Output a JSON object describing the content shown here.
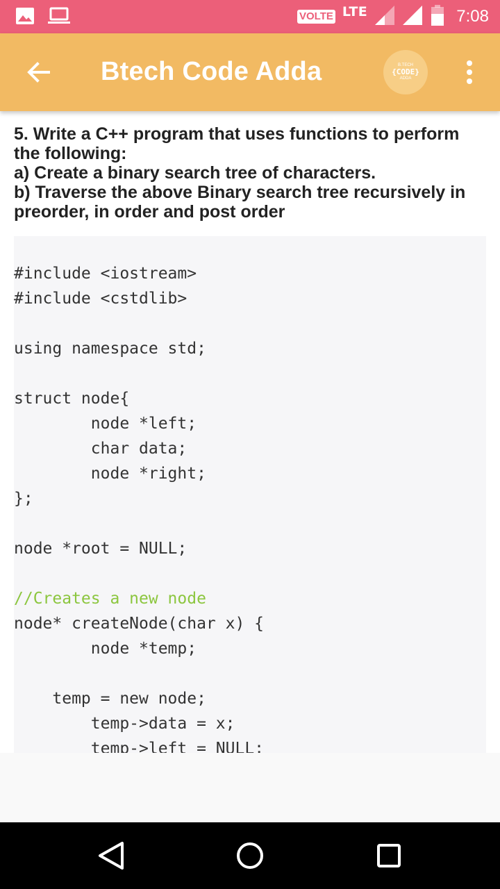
{
  "status_bar": {
    "volte": "VOLTE",
    "network": "LTE",
    "time": "7:08",
    "icons": [
      "image-icon",
      "laptop-icon",
      "signal-icon",
      "signal-icon",
      "battery-icon"
    ]
  },
  "app_bar": {
    "title": "Btech Code Adda",
    "logo_top": "B.TECH",
    "logo_main": "{CODE}",
    "logo_bottom": "ADDA",
    "colors": {
      "status_bar": "#EC5F79",
      "app_bar": "#F2BA63"
    }
  },
  "question": {
    "lines": [
      "5. Write a C++ program that uses functions to perform",
      "the following:",
      "a) Create a binary search tree of characters.",
      "b) Traverse the above Binary search tree recursively in",
      "preorder, in order and post order"
    ]
  },
  "code": {
    "lines": [
      "#include <iostream>",
      "#include <cstdlib>",
      "",
      "using namespace std;",
      "",
      "struct node{",
      "        node *left;",
      "        char data;",
      "        node *right;",
      "};",
      "",
      "node *root = NULL;",
      "",
      "//Creates a new node",
      "node* createNode(char x) {",
      "        node *temp;",
      "",
      "    temp = new node;",
      "        temp->data = x;",
      "        temp->left = NULL;"
    ],
    "comment_color": "#8CC63F"
  },
  "nav_bar": {
    "buttons": [
      "back-triangle-icon",
      "home-circle-icon",
      "recents-square-icon"
    ]
  }
}
